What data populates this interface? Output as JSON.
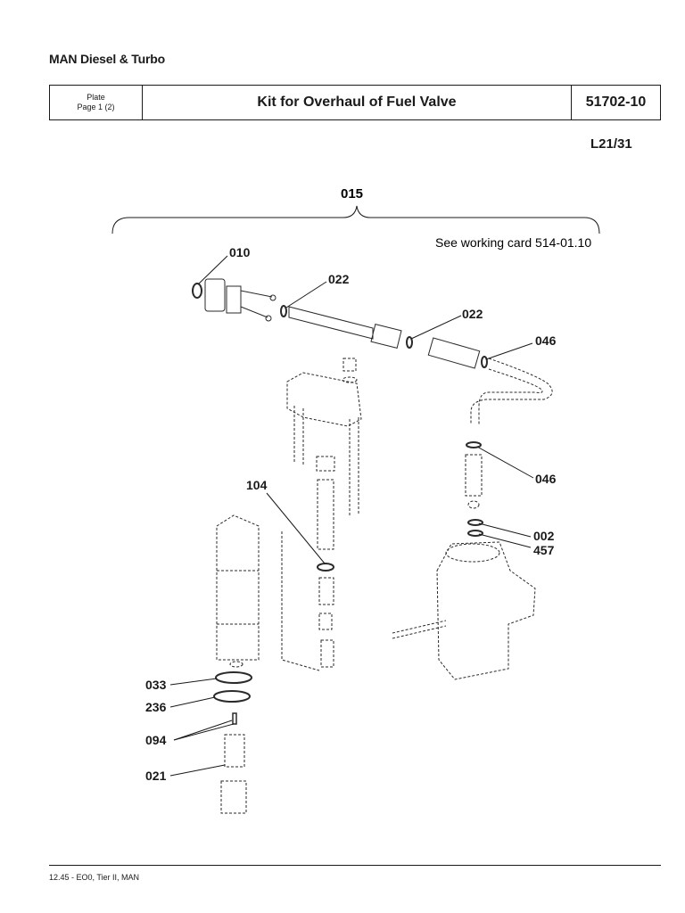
{
  "header": {
    "company": "MAN Diesel & Turbo",
    "plate_label": "Plate",
    "plate_page": "Page 1 (2)",
    "title": "Kit for Overhaul of Fuel Valve",
    "code": "51702-10",
    "engine": "L21/31"
  },
  "diagram": {
    "kit_number": "015",
    "note": "See working card 514-01.10",
    "callouts": [
      {
        "id": "010"
      },
      {
        "id": "022a",
        "label": "022"
      },
      {
        "id": "022b",
        "label": "022"
      },
      {
        "id": "046a",
        "label": "046"
      },
      {
        "id": "046b",
        "label": "046"
      },
      {
        "id": "104"
      },
      {
        "id": "002"
      },
      {
        "id": "457"
      },
      {
        "id": "033"
      },
      {
        "id": "236"
      },
      {
        "id": "094"
      },
      {
        "id": "021"
      }
    ],
    "labels": {
      "l010": "010",
      "l022a": "022",
      "l022b": "022",
      "l046a": "046",
      "l046b": "046",
      "l104": "104",
      "l002": "002",
      "l457": "457",
      "l033": "033",
      "l236": "236",
      "l094": "094",
      "l021": "021"
    }
  },
  "footer": {
    "text": "12.45 - EO0, Tier II, MAN"
  }
}
